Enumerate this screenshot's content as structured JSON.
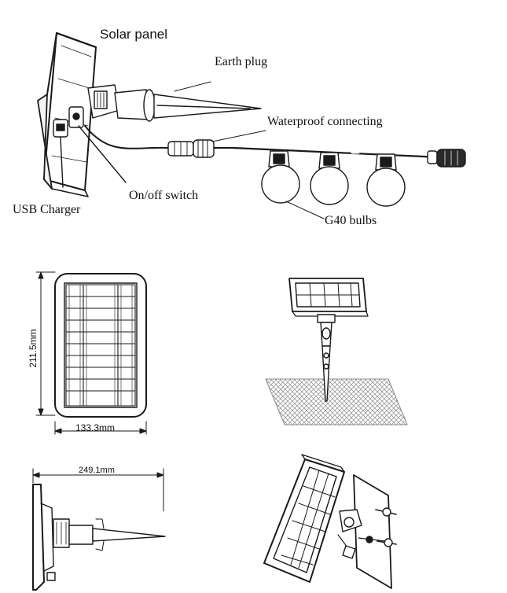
{
  "callouts": {
    "solar_panel": "Solar panel",
    "earth_plug": "Earth plug",
    "waterproof_connecting": "Waterproof connecting",
    "on_off_switch": "On/off switch",
    "usb_charger": "USB Charger",
    "g40_bulbs": "G40  bulbs"
  },
  "dimensions": {
    "height": "211.5mm",
    "width": "133.3mm",
    "length": "249.1mm"
  },
  "colors": {
    "line": "#1a1a1a",
    "panel_cell": "#ffffff",
    "ground": "#9a9a9a"
  }
}
